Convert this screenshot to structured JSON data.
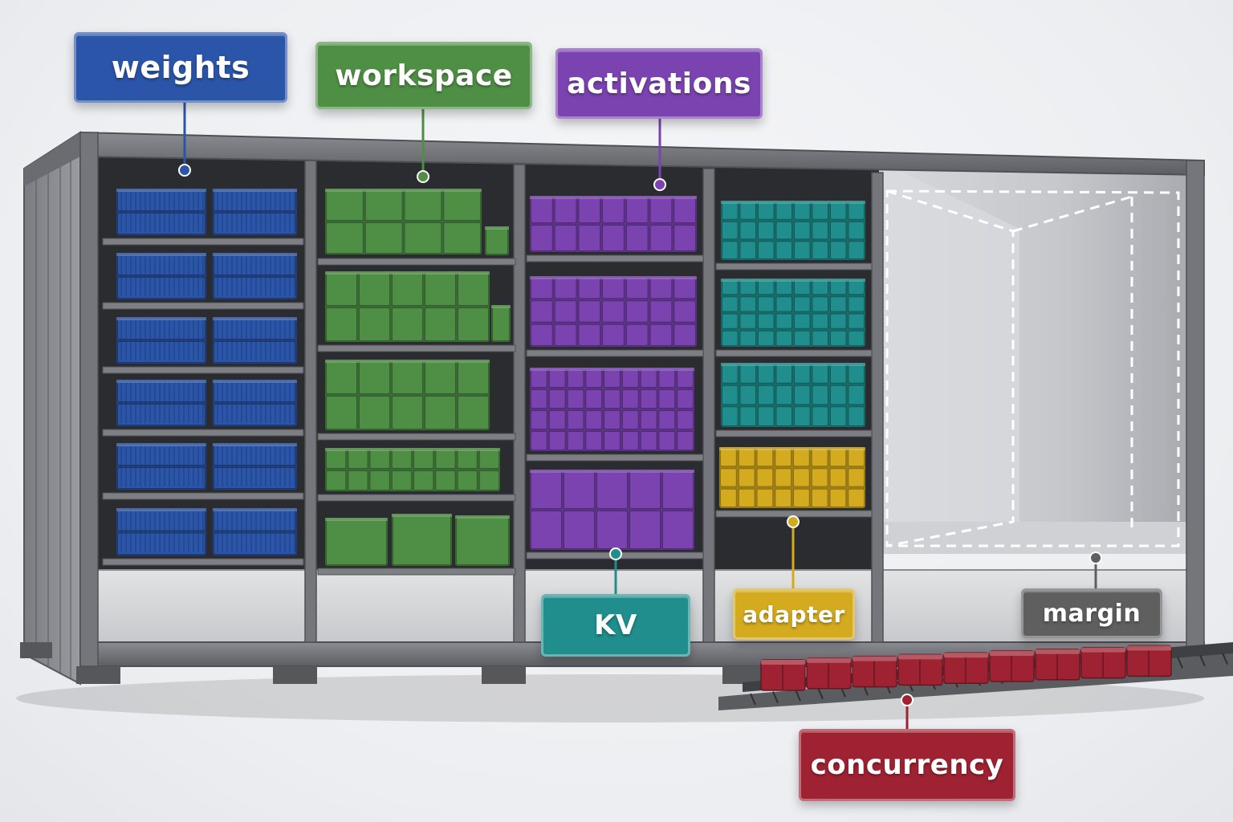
{
  "labels": {
    "weights": "weights",
    "workspace": "workspace",
    "activations": "activations",
    "kv": "KV",
    "adapter": "adapter",
    "margin": "margin",
    "concurrency": "concurrency"
  },
  "colors": {
    "weights": "#2a55a8",
    "workspace": "#4f8f45",
    "activations": "#7a43b0",
    "kv": "#1f8e8c",
    "adapter": "#d4aa1e",
    "margin": "#5f5f5f",
    "concurrency": "#9f2232",
    "frame": "#6b6d72"
  },
  "icons": {
    "empty_bay": "dashed-outline-icon",
    "conveyor": "conveyor-belt-icon"
  }
}
